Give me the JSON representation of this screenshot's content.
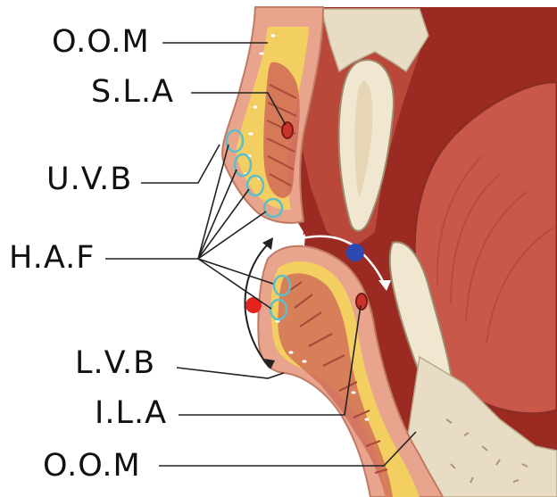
{
  "labels": {
    "oom_top": "O.O.M",
    "sla": "S.L.A",
    "uvb": "U.V.B",
    "haf": "H.A.F",
    "lvb": "L.V.B",
    "ila": "I.L.A",
    "oom_bottom": "O.O.M"
  },
  "colors": {
    "background": "#ffffff",
    "dark_tissue": "#9b2a22",
    "skin": "#e8a48c",
    "fat": "#f3cf62",
    "muscle": "#cf6a57",
    "bone": "#e8dcc4",
    "tooth": "#f1e7d1",
    "tongue": "#c9574a",
    "vessel_outline": "#5bbfca",
    "artery": "#c9342c",
    "red_marker": "#e4221e",
    "blue_marker": "#2c48b2",
    "leader_line": "#222222"
  }
}
